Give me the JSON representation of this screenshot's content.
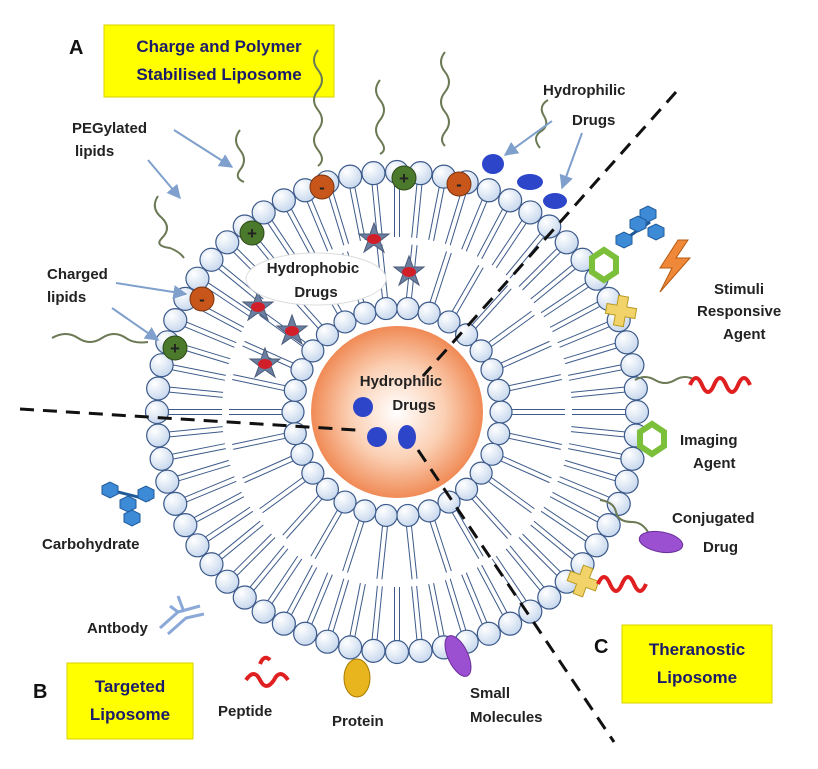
{
  "sections": {
    "a": {
      "letter": "A",
      "title_line1": "Charge and Polymer",
      "title_line2": "Stabilised Liposome"
    },
    "b": {
      "letter": "B",
      "title_line1": "Targeted",
      "title_line2": "Liposome"
    },
    "c": {
      "letter": "C",
      "title_line1": "Theranostic",
      "title_line2": "Liposome"
    }
  },
  "labels": {
    "pegylated_line1": "PEGylated",
    "pegylated_line2": "lipids",
    "charged_line1": "Charged",
    "charged_line2": "lipids",
    "hydrophobic_line1": "Hydrophobic",
    "hydrophobic_line2": "Drugs",
    "hydrophilic_outer_line1": "Hydrophilic",
    "hydrophilic_outer_line2": "Drugs",
    "hydrophilic_core_line1": "Hydrophilic",
    "hydrophilic_core_line2": "Drugs",
    "stimuli_line1": "Stimuli",
    "stimuli_line2": "Responsive",
    "stimuli_line3": "Agent",
    "imaging_line1": "Imaging",
    "imaging_line2": "Agent",
    "conjugated_line1": "Conjugated",
    "conjugated_line2": "Drug",
    "carbohydrate": "Carbohydrate",
    "antibody": "Antbody",
    "peptide": "Peptide",
    "protein": "Protein",
    "small_line1": "Small",
    "small_line2": "Molecules"
  },
  "charge_symbols": {
    "positive": "+",
    "negative": "-"
  },
  "colors": {
    "yellow_box": "#ffff00",
    "lipid_head": "#dde8f5",
    "lipid_outline": "#3c5a8a",
    "core": "#f4a37a",
    "positive_charge": "#4b7a2c",
    "negative_charge": "#c8561b",
    "drug_blue": "#2d45c9",
    "drug_red": "#d11f2a",
    "star_gray": "#6a7fa0",
    "peg_chain": "#6b7a55",
    "purple": "#9b4fd1",
    "hexagon_green": "#7bbf3a",
    "antibody_blue": "#8aa8d8",
    "peptide_red": "#e02020",
    "protein_gold": "#e9b51f"
  }
}
